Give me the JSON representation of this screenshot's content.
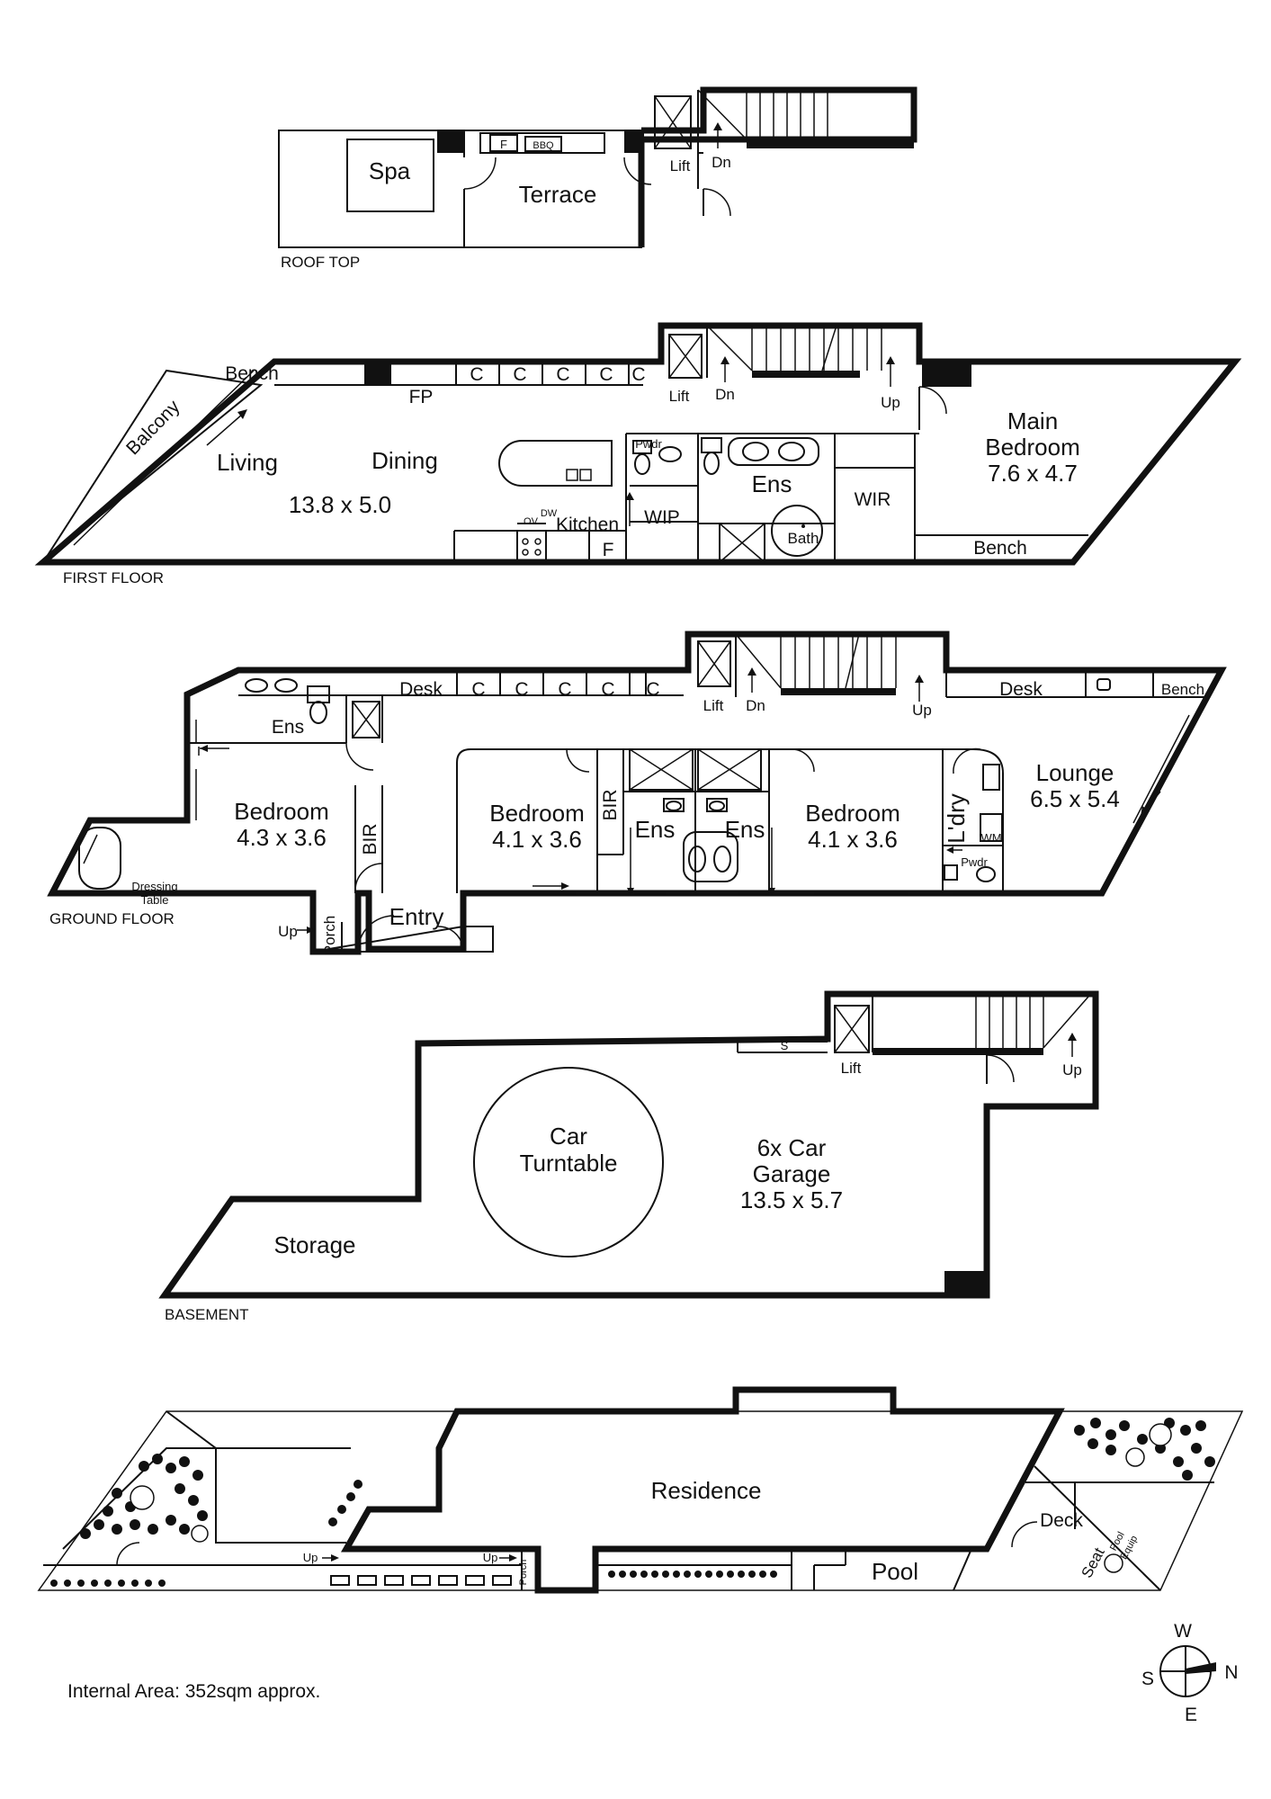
{
  "floors": {
    "roof_top": {
      "label": "ROOF TOP",
      "rooms": {
        "spa": "Spa",
        "terrace": "Terrace"
      },
      "fixtures": {
        "fridge": "F",
        "bbq": "BBQ",
        "lift": "Lift",
        "stairs_down": "Dn"
      }
    },
    "first_floor": {
      "label": "FIRST FLOOR",
      "rooms": {
        "balcony": "Balcony",
        "living": "Living",
        "dining": "Dining",
        "living_dims": "13.8 x 5.0",
        "kitchen": "Kitchen",
        "wip": "WIP",
        "ens": "Ens",
        "wir": "WIR",
        "main_bedroom": "Main",
        "main_bedroom_2": "Bedroom",
        "main_bedroom_dims": "7.6 x 4.7"
      },
      "fixtures": {
        "bench_left": "Bench",
        "fireplace": "FP",
        "cupboard": "C",
        "lift": "Lift",
        "stairs_down": "Dn",
        "stairs_up": "Up",
        "powder": "Pwdr",
        "dishwasher": "DW",
        "oven": "OV",
        "fridge": "F",
        "bath": "Bath",
        "bench_right": "Bench"
      }
    },
    "ground_floor": {
      "label": "GROUND FLOOR",
      "rooms": {
        "ens_left": "Ens",
        "bedroom_left": "Bedroom",
        "bedroom_left_dims": "4.3 x 3.6",
        "bir_left": "BIR",
        "bedroom_mid": "Bedroom",
        "bedroom_mid_dims": "4.1 x 3.6",
        "bir_mid": "BIR",
        "ens_mid_a": "Ens",
        "ens_mid_b": "Ens",
        "bedroom_right": "Bedroom",
        "bedroom_right_dims": "4.1 x 3.6",
        "laundry": "L'dry",
        "lounge": "Lounge",
        "lounge_dims": "6.5 x 5.4",
        "entry": "Entry",
        "porch": "Porch"
      },
      "fixtures": {
        "desk_left": "Desk",
        "cupboard": "C",
        "lift": "Lift",
        "stairs_down": "Dn",
        "stairs_up": "Up",
        "desk_right": "Desk",
        "bench": "Bench",
        "dressing": "Dressing",
        "dressing_2": "Table",
        "powder": "Pwdr",
        "washing_machine": "WM",
        "porch_up": "Up"
      }
    },
    "basement": {
      "label": "BASEMENT",
      "rooms": {
        "turntable": "Car",
        "turntable_2": "Turntable",
        "garage": "6x Car",
        "garage_2": "Garage",
        "garage_dims": "13.5 x 5.7",
        "storage": "Storage"
      },
      "fixtures": {
        "shelf": "S",
        "lift": "Lift",
        "stairs_up": "Up"
      }
    },
    "site_plan": {
      "rooms": {
        "residence": "Residence",
        "pool": "Pool",
        "deck": "Deck"
      },
      "fixtures": {
        "up_a": "Up",
        "up_b": "Up",
        "porch": "Porch",
        "seat": "Seat",
        "pool_equip": "Pool",
        "pool_equip_2": "Equip"
      }
    }
  },
  "compass": {
    "north": "N",
    "south": "S",
    "east": "E",
    "west": "W"
  },
  "footer": {
    "internal_area": "Internal Area: 352sqm approx."
  }
}
